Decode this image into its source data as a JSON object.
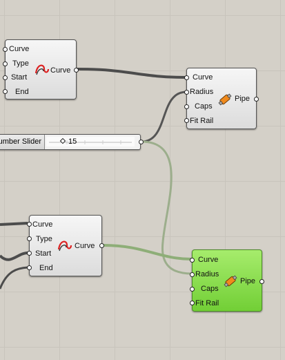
{
  "curve_comp_1": {
    "inputs": [
      "Curve",
      "Type",
      "Start",
      "End"
    ],
    "output": "Curve",
    "icon": "curve-icon"
  },
  "pipe_comp_1": {
    "inputs": [
      "Curve",
      "Radius",
      "Caps",
      "Fit Rail"
    ],
    "output": "Pipe",
    "icon": "pipe-icon"
  },
  "slider": {
    "label": "umber Slider",
    "value": "15"
  },
  "curve_comp_2": {
    "inputs": [
      "Curve",
      "Type",
      "Start",
      "End"
    ],
    "output": "Curve",
    "icon": "curve-icon"
  },
  "pipe_comp_2": {
    "inputs": [
      "Curve",
      "Radius",
      "Caps",
      "Fit Rail"
    ],
    "output": "Pipe",
    "icon": "pipe-icon",
    "selected_color": "#86dc4a"
  },
  "wire_colors": {
    "default": "#555555",
    "selected": "#6cbf3c",
    "faded": "#a8a8a0"
  }
}
